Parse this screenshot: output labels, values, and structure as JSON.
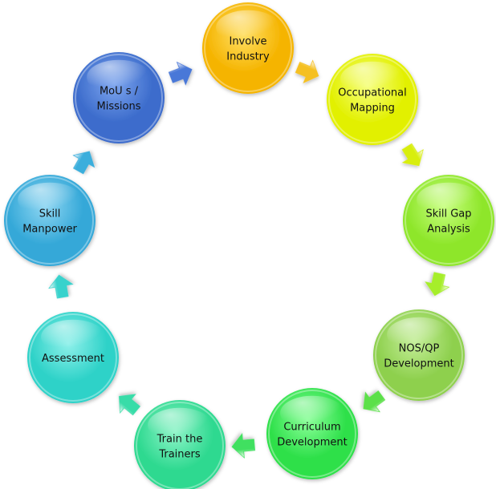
{
  "diagram": {
    "type": "cycle",
    "nodes": [
      {
        "id": "involve-industry",
        "lines": [
          "Involve",
          "Industry"
        ],
        "color": "#F5B400",
        "light": "#FFE066"
      },
      {
        "id": "occupational-mapping",
        "lines": [
          "Occupational",
          "Mapping"
        ],
        "color": "#E2F000",
        "light": "#F6FF80"
      },
      {
        "id": "skill-gap-analysis",
        "lines": [
          "Skill Gap",
          "Analysis"
        ],
        "color": "#8EE62A",
        "light": "#C8FF80"
      },
      {
        "id": "nos-qp-development",
        "lines": [
          "NOS/QP",
          "Development"
        ],
        "color": "#8ED04E",
        "light": "#C4EE98"
      },
      {
        "id": "curriculum-development",
        "lines": [
          "Curriculum",
          "Development"
        ],
        "color": "#2EE04A",
        "light": "#8CFF9A"
      },
      {
        "id": "train-the-trainers",
        "lines": [
          "Train the",
          "Trainers"
        ],
        "color": "#2ED990",
        "light": "#8EF4C8"
      },
      {
        "id": "assessment",
        "lines": [
          "Assessment"
        ],
        "color": "#2ED2C8",
        "light": "#8EF0EA"
      },
      {
        "id": "skill-manpower",
        "lines": [
          "Skill",
          "Manpower"
        ],
        "color": "#34A8D8",
        "light": "#8ED6F2"
      },
      {
        "id": "mous-missions",
        "lines": [
          "MoU s /",
          "Missions"
        ],
        "color": "#3C6CCC",
        "light": "#7EA6EE"
      }
    ],
    "arrows": [
      {
        "from": "involve-industry",
        "to": "occupational-mapping",
        "color": "#F5C020"
      },
      {
        "from": "occupational-mapping",
        "to": "skill-gap-analysis",
        "color": "#D8EE10"
      },
      {
        "from": "skill-gap-analysis",
        "to": "nos-qp-development",
        "color": "#A6EE2A"
      },
      {
        "from": "nos-qp-development",
        "to": "curriculum-development",
        "color": "#5CE04A"
      },
      {
        "from": "curriculum-development",
        "to": "train-the-trainers",
        "color": "#40E060"
      },
      {
        "from": "train-the-trainers",
        "to": "assessment",
        "color": "#38DCA8"
      },
      {
        "from": "assessment",
        "to": "skill-manpower",
        "color": "#38D2CC"
      },
      {
        "from": "skill-manpower",
        "to": "mous-missions",
        "color": "#3AAEDC"
      },
      {
        "from": "mous-missions",
        "to": "involve-industry",
        "color": "#4A78D8"
      }
    ]
  }
}
